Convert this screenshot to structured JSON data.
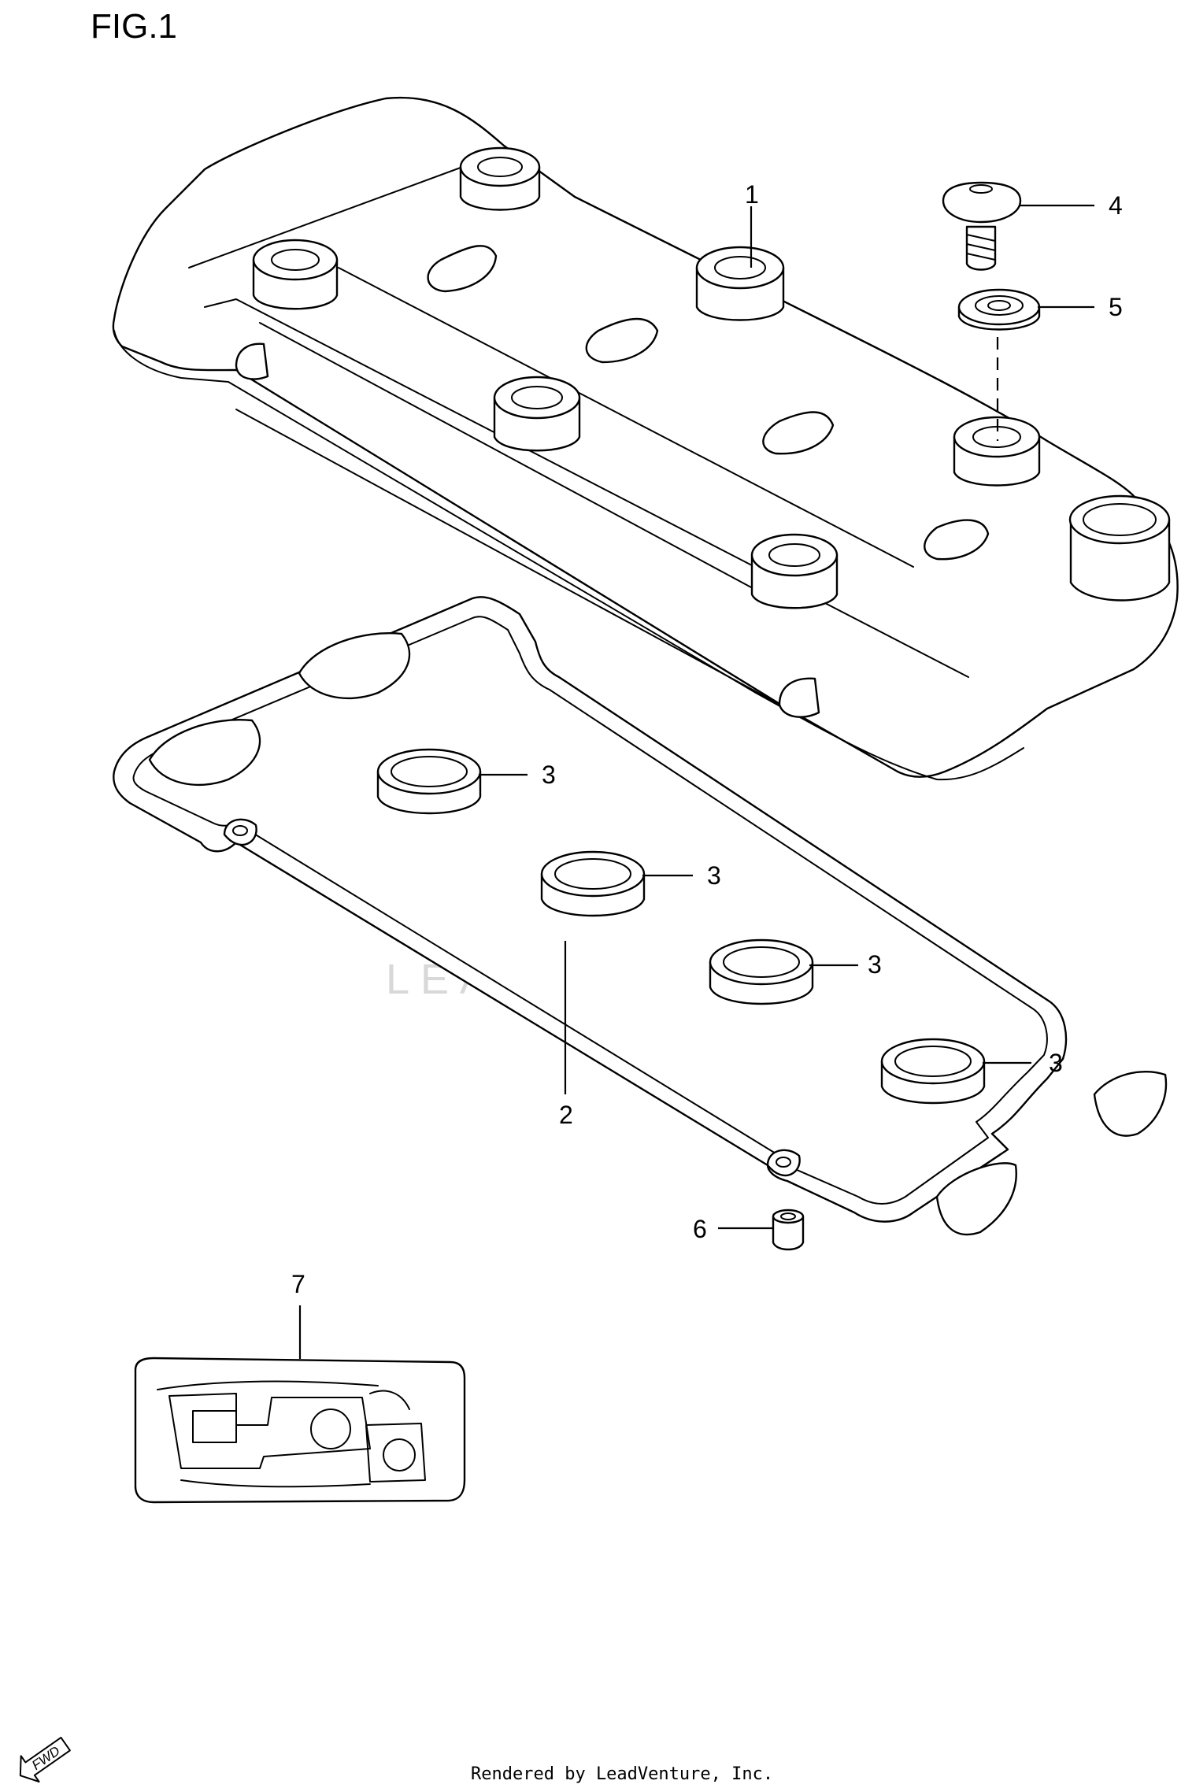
{
  "figure": {
    "title": "FIG.1"
  },
  "callouts": [
    {
      "id": "1",
      "label": "1"
    },
    {
      "id": "2",
      "label": "2"
    },
    {
      "id": "3a",
      "label": "3"
    },
    {
      "id": "3b",
      "label": "3"
    },
    {
      "id": "3c",
      "label": "3"
    },
    {
      "id": "3d",
      "label": "3"
    },
    {
      "id": "4",
      "label": "4"
    },
    {
      "id": "5",
      "label": "5"
    },
    {
      "id": "6",
      "label": "6"
    },
    {
      "id": "7",
      "label": "7"
    }
  ],
  "watermark": {
    "text": "LEADVENTURE"
  },
  "fwd_badge": {
    "text": "FWD"
  },
  "footer": {
    "text": "Rendered by LeadVenture, Inc."
  }
}
